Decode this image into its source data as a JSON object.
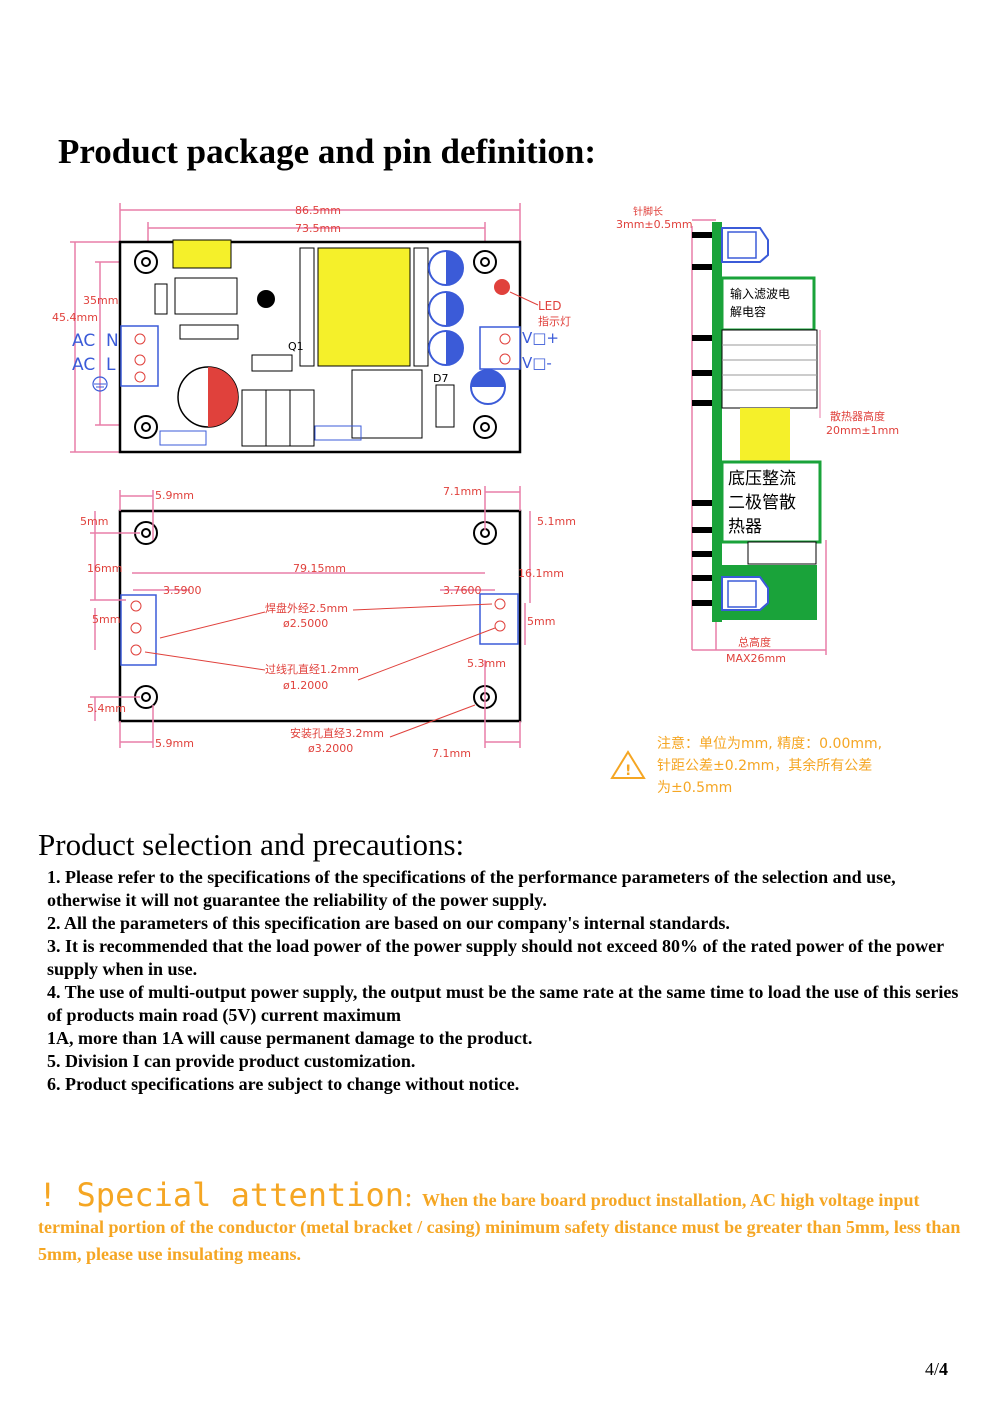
{
  "title": "Product package and pin definition:",
  "diagram": {
    "top_board": {
      "dim_width_outer": "86.5mm",
      "dim_width_inner": "73.5mm",
      "dim_height_inner": "35mm",
      "dim_height_outer": "45.4mm",
      "ac_label_1": "AC",
      "ac_label_2": "AC",
      "pin_n": "N",
      "pin_l": "L",
      "q1": "Q1",
      "d7": "D7",
      "led_label": "LED",
      "led_cn": "指示灯",
      "vout_plus": "V□+",
      "vout_minus": "V□-"
    },
    "bottom_board": {
      "d_59_top": "5.9mm",
      "d_71_top": "7.1mm",
      "d_5mm_left": "5mm",
      "d_51mm": "5.1mm",
      "d_16mm": "16mm",
      "d_7915": "79.15mm",
      "d_161": "16.1mm",
      "d_3590": "3.5900",
      "d_3760": "3.7600",
      "d_5mm_mid_left": "5mm",
      "d_5mm_mid_right": "5mm",
      "pad_cn": "焊盘外经2.5mm",
      "pad_val": "ø2.5000",
      "hole_cn": "过线孔直经1.2mm",
      "hole_val": "ø1.2000",
      "d_53": "5.3mm",
      "d_54": "5.4mm",
      "d_59_bottom": "5.9mm",
      "mount_cn": "安装孔直经3.2mm",
      "mount_val": "ø3.2000",
      "d_71_bottom": "7.1mm"
    },
    "side_view": {
      "pin_len_cn": "针脚长",
      "pin_len_val": "3mm±0.5mm",
      "cap_cn_1": "输入滤波电",
      "cap_cn_2": "解电容",
      "heatsink_cn": "散热器高度",
      "heatsink_val": "20mm±1mm",
      "rect_cn_1": "底压整流",
      "rect_cn_2": "二极管散",
      "rect_cn_3": "热器",
      "total_cn": "总高度",
      "total_val": "MAX26mm"
    },
    "note": {
      "line1": "注意：单位为mm, 精度：0.00mm,",
      "line2": "针距公差±0.2mm，其余所有公差",
      "line3": "为±0.5mm"
    }
  },
  "selection": {
    "title": "Product selection and precautions:",
    "items": [
      "1. Please refer to the specifications of the specifications of the performance parameters of the selection and use, otherwise it will not guarantee the reliability of the power supply.",
      "2. All the parameters of this specification are based on our company's internal standards.",
      "3. It is recommended that the load power of the power supply should not exceed 80% of the rated power of the power supply when in use.",
      "4. The use of multi-output power supply, the output must be the same rate at the same time to load the use of this series of products main road (5V) current maximum",
      "1A, more than 1A will cause permanent damage to the product.",
      "5. Division I can provide product customization.",
      "6. Product specifications are subject to change without notice."
    ]
  },
  "attention": {
    "head": "! Special attention",
    "sep": "：",
    "body": "When the bare board product installation, AC high voltage input terminal portion of the conductor (metal bracket / casing) minimum safety distance must be greater than 5mm, less than 5mm, please use insulating means."
  },
  "page": {
    "current": "4/",
    "total": "4"
  },
  "colors": {
    "dim_red": "#e0413c",
    "pink": "#e87ea8",
    "blue": "#3b5bd8",
    "green": "#1aa33a",
    "yellow": "#f5f02a",
    "attention": "#f5a623"
  }
}
